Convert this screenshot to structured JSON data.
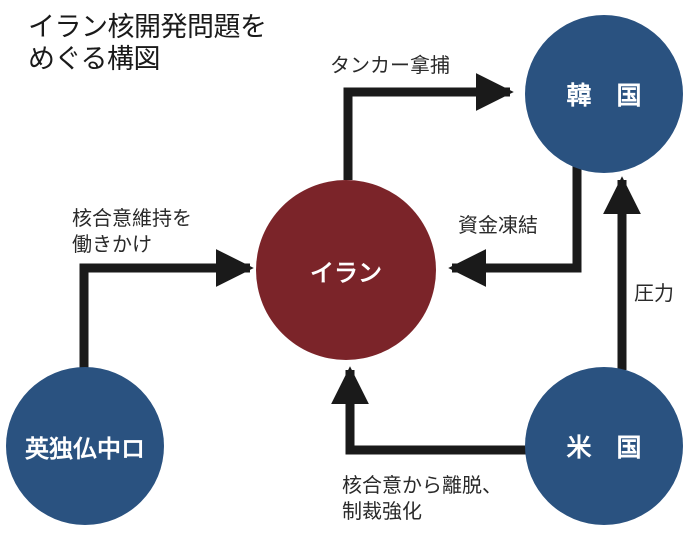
{
  "title": "イラン核開発問題を\nめぐる構図",
  "colors": {
    "iran": "#7b2429",
    "others": "#2a5280",
    "arrow": "#1a1a1a",
    "node_text": "#ffffff"
  },
  "nodes": {
    "iran": "イラン",
    "korea": "韓　国",
    "us": "米　国",
    "europe_china_russia": "英独仏中ロ"
  },
  "edges": [
    {
      "from": "イラン",
      "to": "韓国",
      "label": "タンカー拿捕"
    },
    {
      "from": "韓国",
      "to": "イラン",
      "label": "資金凍結"
    },
    {
      "from": "米国",
      "to": "韓国",
      "label": "圧力"
    },
    {
      "from": "米国",
      "to": "イラン",
      "label": "核合意から離脱、\n制裁強化"
    },
    {
      "from": "英独仏中ロ",
      "to": "イラン",
      "label": "核合意維持を\n働きかけ"
    }
  ]
}
